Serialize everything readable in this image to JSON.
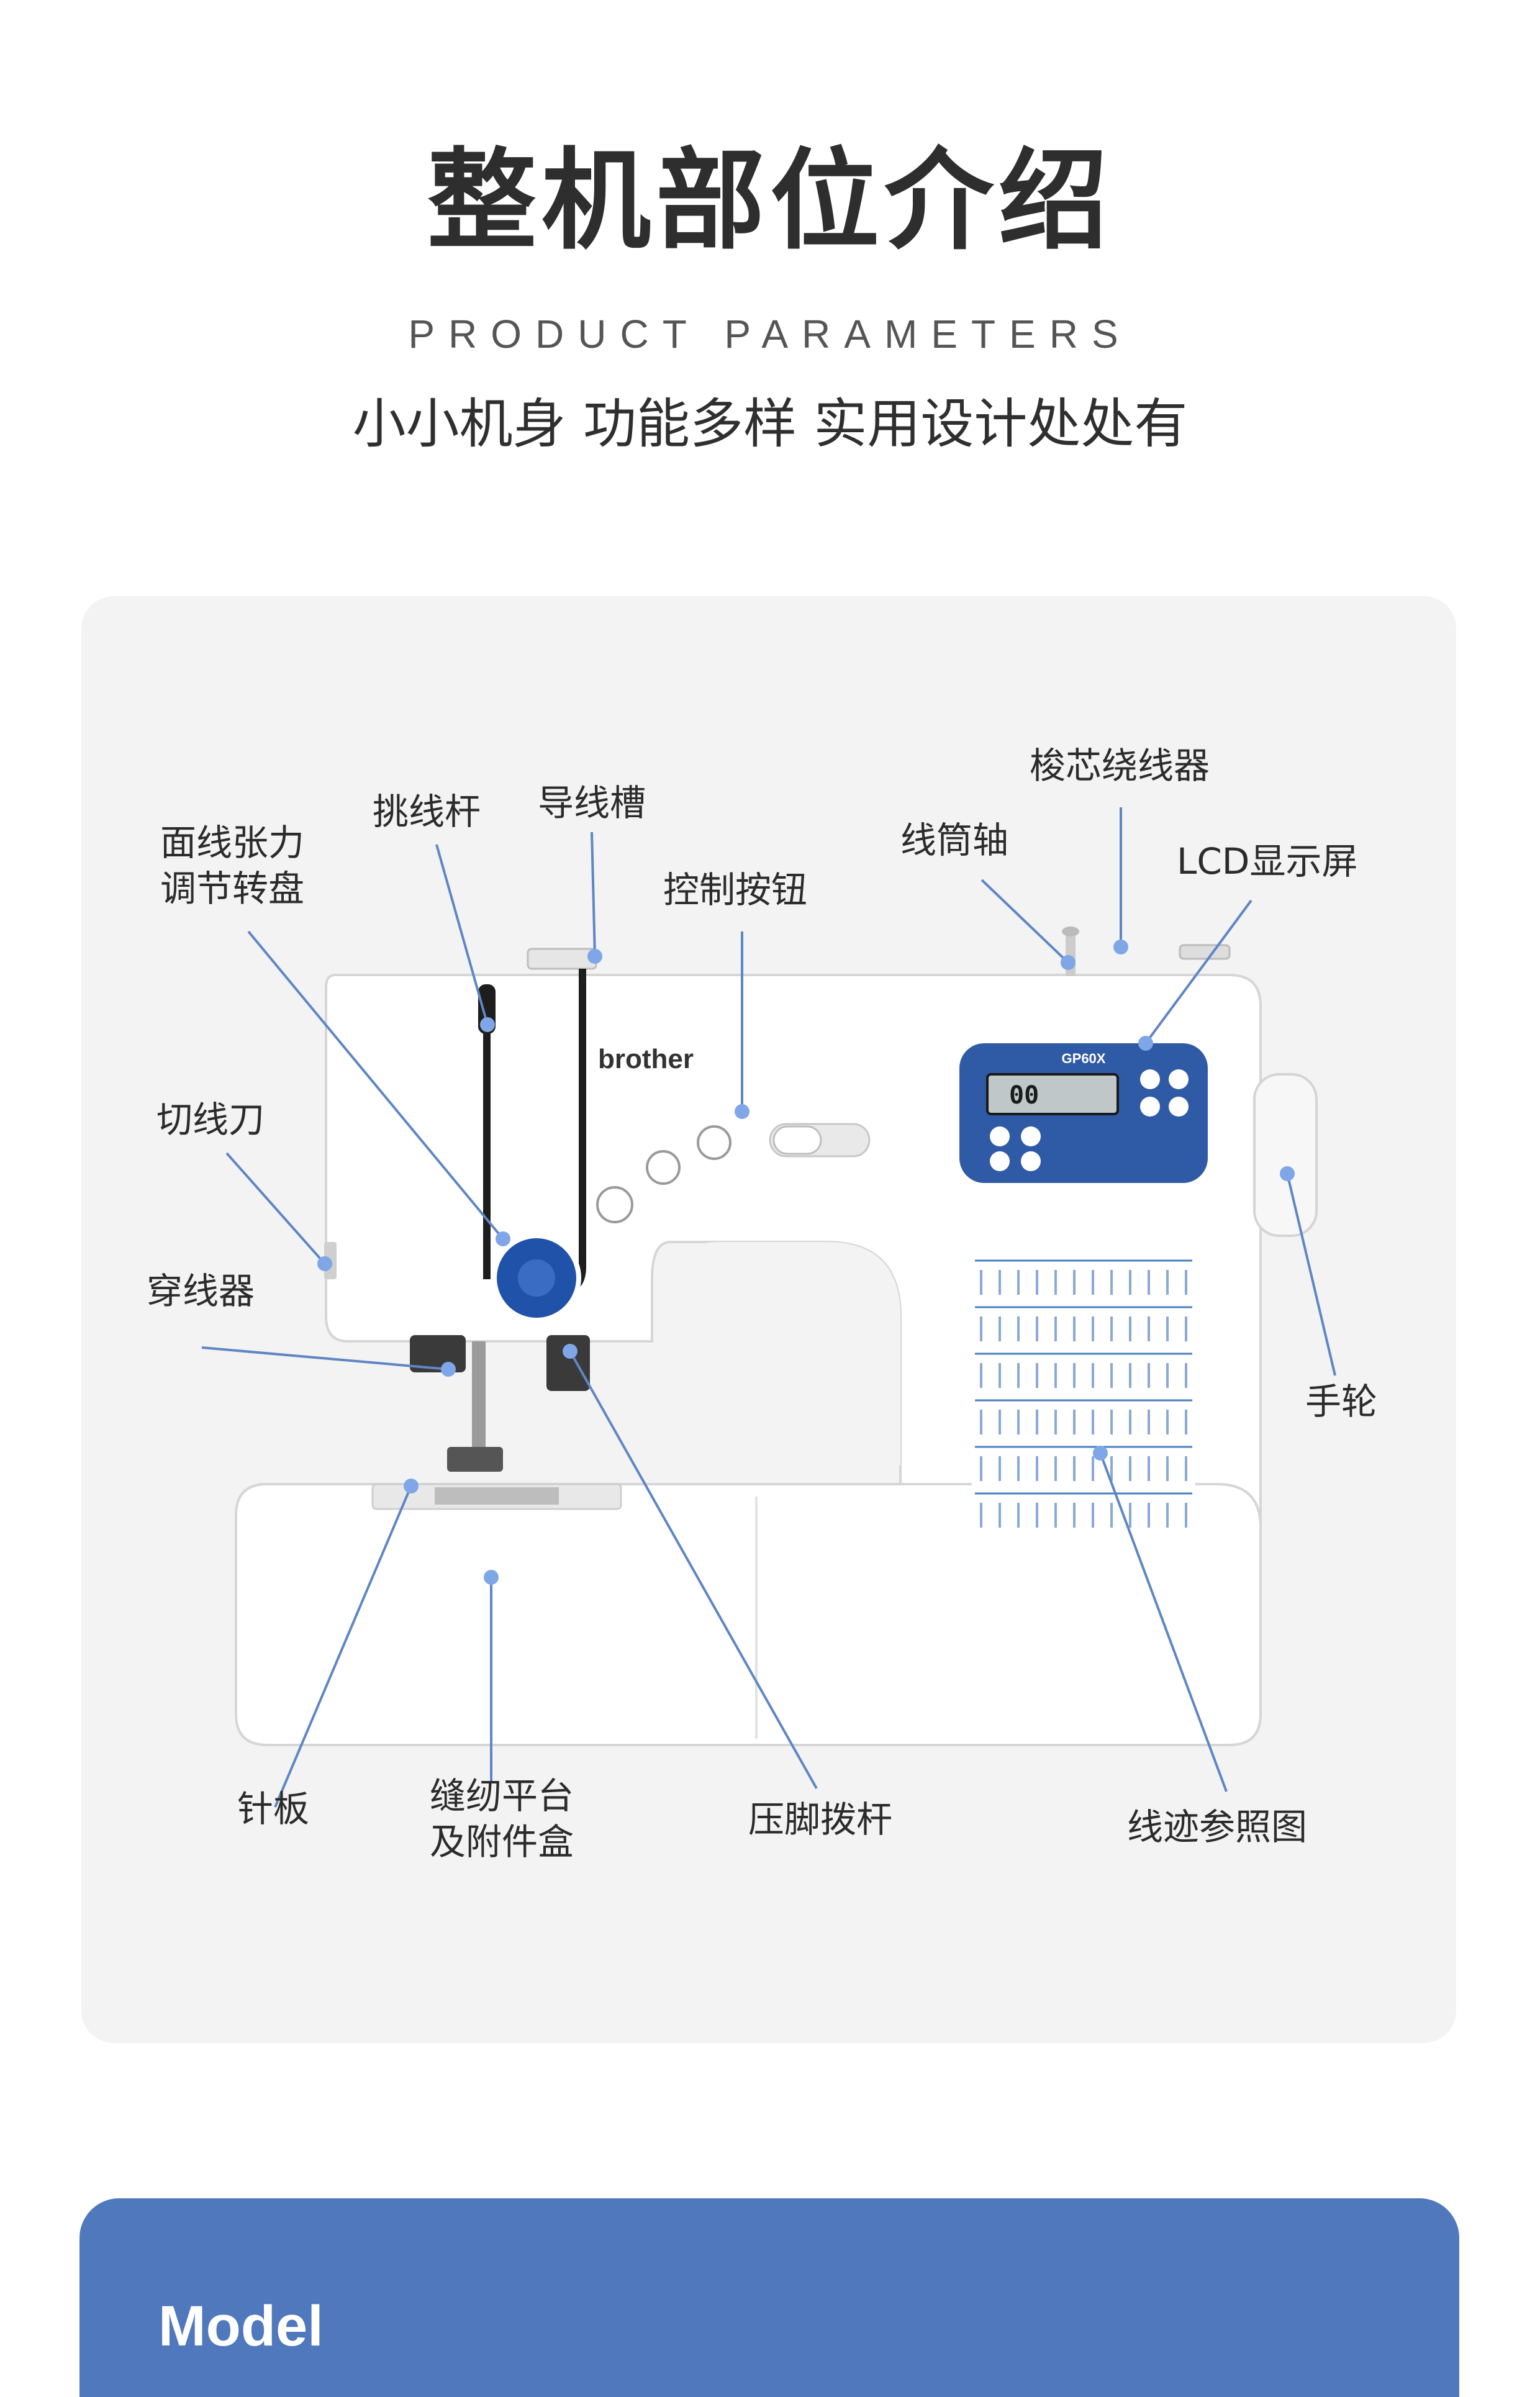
{
  "header": {
    "title": "整机部位介绍",
    "subtitle_en": "PRODUCT PARAMETERS",
    "tagline": "小小机身 功能多样 实用设计处处有"
  },
  "machine": {
    "brand": "brother",
    "model_badge": "GP60X",
    "lcd_text": "00"
  },
  "parts": {
    "tension_dial": "面线张力\n调节转盘",
    "thread_take_up": "挑线杆",
    "thread_guide": "导线槽",
    "control_buttons": "控制按钮",
    "spool_pin": "线筒轴",
    "bobbin_winder": "梭芯绕线器",
    "lcd_screen": "LCD显示屏",
    "thread_cutter": "切线刀",
    "threader": "穿线器",
    "handwheel": "手轮",
    "needle_plate": "针板",
    "sewing_platform": "缝纫平台\n及附件盒",
    "presser_foot_lever": "压脚拨杆",
    "stitch_chart": "线迹参照图"
  },
  "footer": {
    "model_label": "Model"
  },
  "colors": {
    "accent_blue": "#4f78bd",
    "panel_blue": "#2f5aa6",
    "card_bg": "#f3f3f3",
    "leader_line": "#5f86c4",
    "dot": "#7fa6e6"
  }
}
